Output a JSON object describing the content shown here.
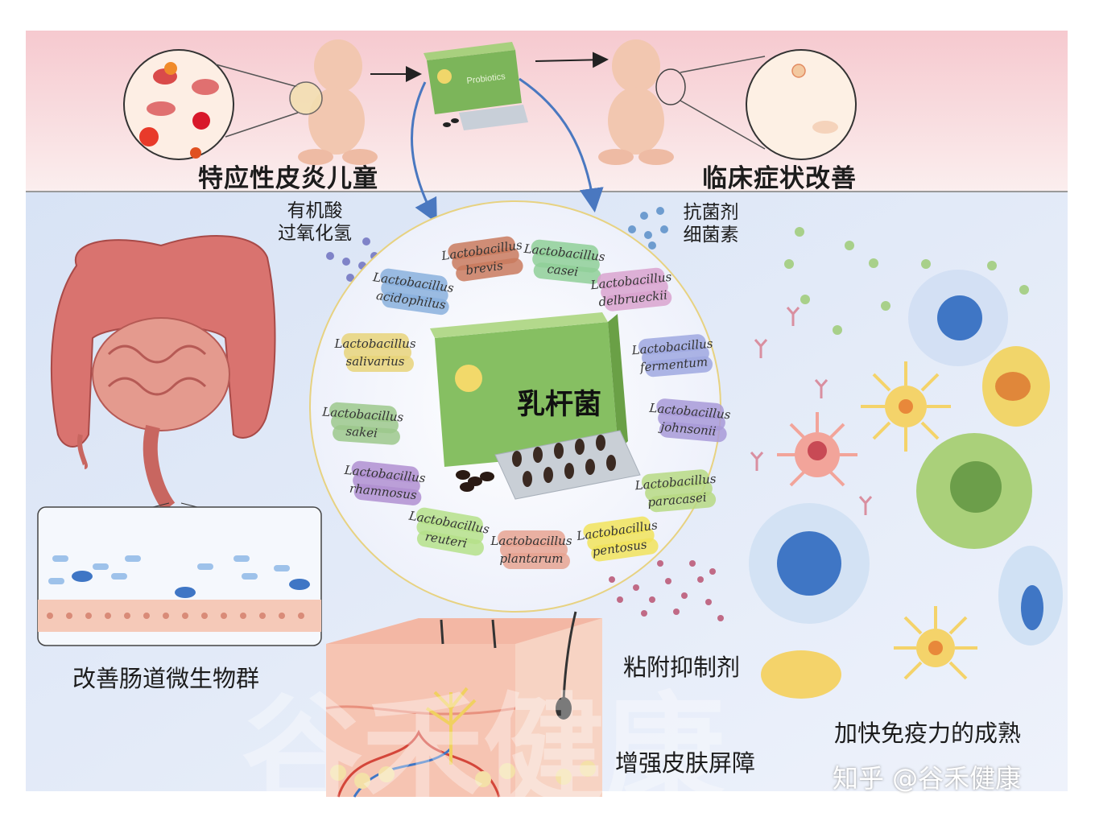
{
  "top": {
    "left_title": "特应性皮炎儿童",
    "right_title": "临床症状改善",
    "box_label": "Probiotics"
  },
  "left_metabolites": [
    "有机酸",
    "过氧化氢"
  ],
  "right_metabolites": [
    "抗菌剂",
    "细菌素"
  ],
  "center": {
    "title": "乳杆菌",
    "strains": [
      {
        "genus": "Lactobacillus",
        "species": "brevis",
        "color": "#c97a5e"
      },
      {
        "genus": "Lactobacillus",
        "species": "casei",
        "color": "#8fcf98"
      },
      {
        "genus": "Lactobacillus",
        "species": "delbrueckii",
        "color": "#d9a3cf"
      },
      {
        "genus": "Lactobacillus",
        "species": "acidophilus",
        "color": "#8ab0dd"
      },
      {
        "genus": "Lactobacillus",
        "species": "salivarius",
        "color": "#e8d37a"
      },
      {
        "genus": "Lactobacillus",
        "species": "fermentum",
        "color": "#9fa8e0"
      },
      {
        "genus": "Lactobacillus",
        "species": "sakei",
        "color": "#9cc88c"
      },
      {
        "genus": "Lactobacillus",
        "species": "johnsonii",
        "color": "#a89ad8"
      },
      {
        "genus": "Lactobacillus",
        "species": "rhamnosus",
        "color": "#b08fd1"
      },
      {
        "genus": "Lactobacillus",
        "species": "paracasei",
        "color": "#b7d984"
      },
      {
        "genus": "Lactobacillus",
        "species": "reuteri",
        "color": "#b5e08a"
      },
      {
        "genus": "Lactobacillus",
        "species": "plantarum",
        "color": "#e6a392"
      },
      {
        "genus": "Lactobacillus",
        "species": "pentosus",
        "color": "#f1e35c"
      }
    ]
  },
  "effects": {
    "gut": "改善肠道微生物群",
    "adhesion": "粘附抑制剂",
    "skin": "增强皮肤屏障",
    "immune": "加快免疫力的成熟"
  },
  "watermark": "知乎 @谷禾健康",
  "colors": {
    "top_band": "#f7dcdf",
    "bottom_band": "#dfe8f6",
    "arrow_blue": "#4a78c0"
  }
}
